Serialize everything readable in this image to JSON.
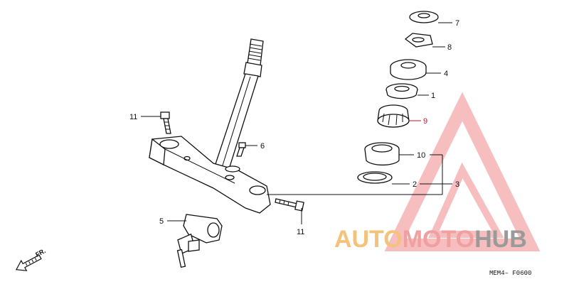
{
  "callouts": [
    {
      "id": "c7",
      "text": "7"
    },
    {
      "id": "c8",
      "text": "8"
    },
    {
      "id": "c4",
      "text": "4"
    },
    {
      "id": "c1",
      "text": "1"
    },
    {
      "id": "c9",
      "text": "9"
    },
    {
      "id": "c10",
      "text": "10"
    },
    {
      "id": "c2",
      "text": "2"
    },
    {
      "id": "c3",
      "text": "3"
    },
    {
      "id": "c11a",
      "text": "11"
    },
    {
      "id": "c6",
      "text": "6"
    },
    {
      "id": "c5",
      "text": "5"
    },
    {
      "id": "c11b",
      "text": "11"
    }
  ],
  "direction_label": "FR.",
  "diagram_code": "MEM4– F0600",
  "watermark": {
    "auto": "AUTO",
    "moto": "MOTO",
    "hub": "HUB"
  },
  "colors": {
    "callout_red": "#c8102e",
    "watermark_red": "#f0a0a0",
    "watermark_orange": "#f4c27a",
    "watermark_gray": "#9a9a9a"
  }
}
